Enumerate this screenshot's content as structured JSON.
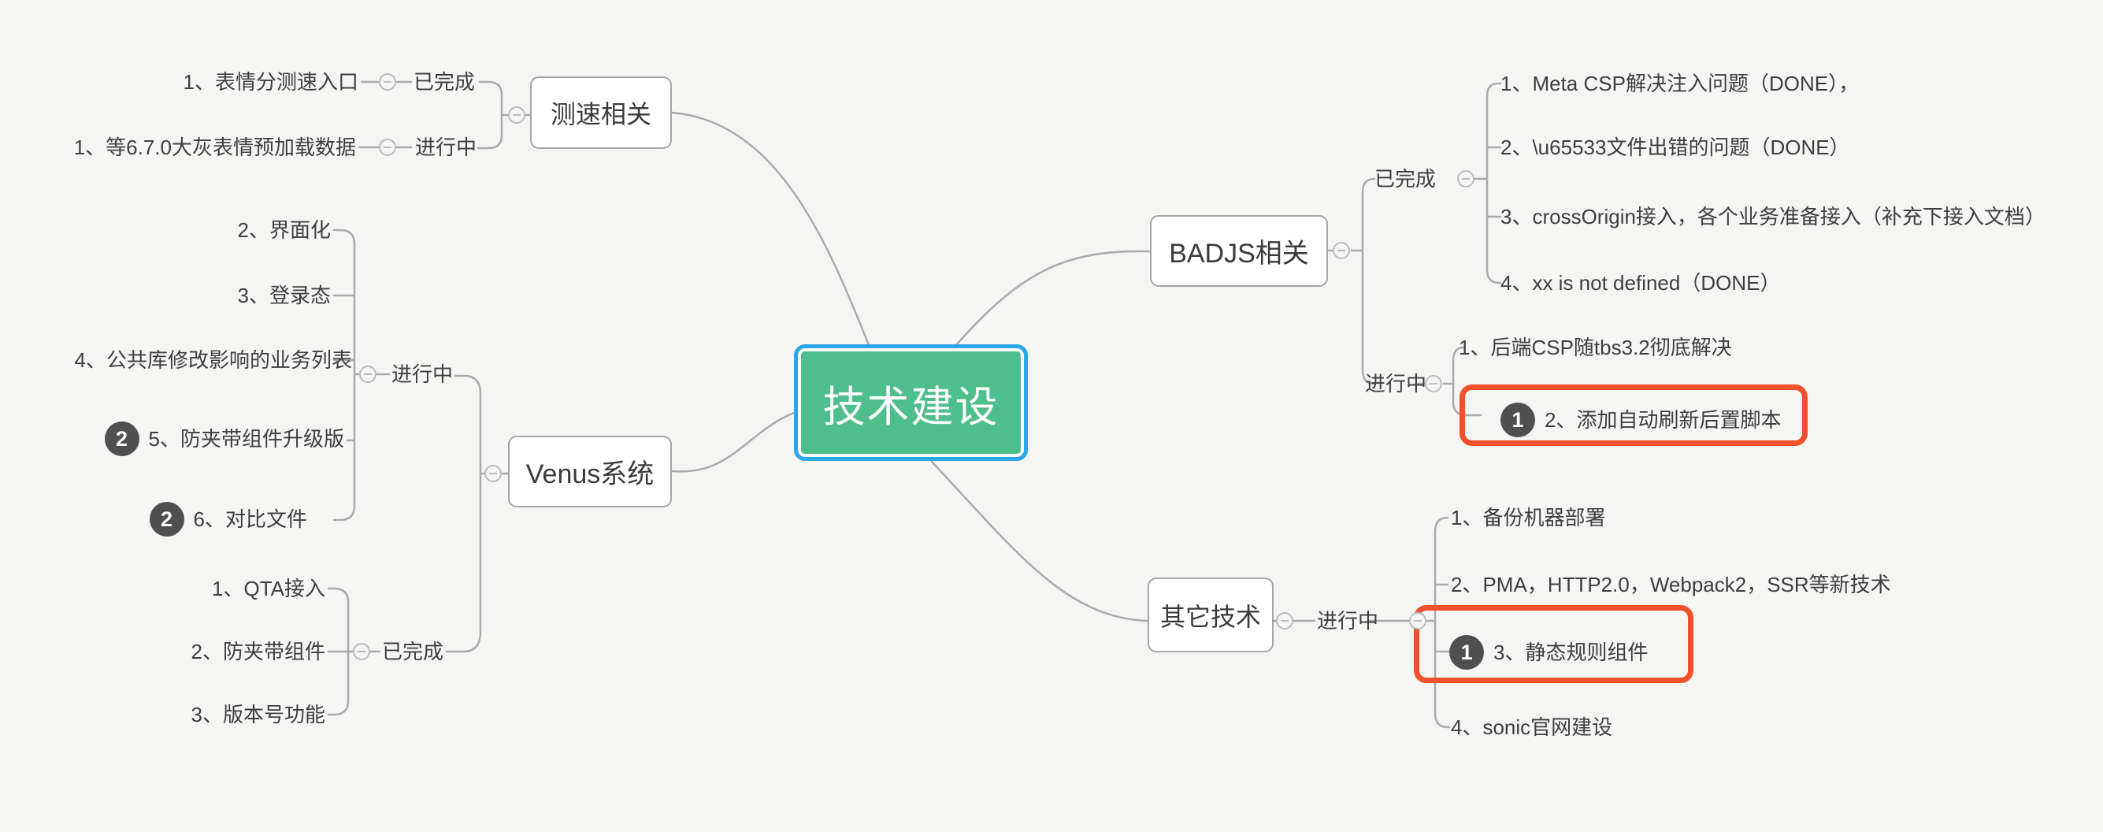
{
  "root": {
    "title": "技术建设"
  },
  "speed": {
    "title": "测速相关",
    "done_label": "已完成",
    "doing_label": "进行中",
    "done_items": [
      {
        "text": "1、表情分测速入口"
      }
    ],
    "doing_items": [
      {
        "text": "1、等6.7.0大灰表情预加载数据"
      }
    ]
  },
  "venus": {
    "title": "Venus系统",
    "doing_label": "进行中",
    "done_label": "已完成",
    "doing_items": [
      {
        "text": "2、界面化"
      },
      {
        "text": "3、登录态"
      },
      {
        "text": "4、公共库修改影响的业务列表"
      },
      {
        "text": "5、防夹带组件升级版",
        "badge": "2"
      },
      {
        "text": "6、对比文件",
        "badge": "2"
      }
    ],
    "done_items": [
      {
        "text": "1、QTA接入"
      },
      {
        "text": "2、防夹带组件"
      },
      {
        "text": "3、版本号功能"
      }
    ]
  },
  "badjs": {
    "title": "BADJS相关",
    "done_label": "已完成",
    "doing_label": "进行中",
    "done_items": [
      {
        "text": "1、Meta CSP解决注入问题（DONE），"
      },
      {
        "text": "2、\\u65533文件出错的问题（DONE）"
      },
      {
        "text": "3、crossOrigin接入，各个业务准备接入（补充下接入文档）"
      },
      {
        "text": "4、xx is not defined（DONE）"
      }
    ],
    "doing_items": [
      {
        "text": "1、后端CSP随tbs3.2彻底解决"
      },
      {
        "text": "2、添加自动刷新后置脚本",
        "badge": "1"
      }
    ]
  },
  "other": {
    "title": "其它技术",
    "doing_label": "进行中",
    "doing_items": [
      {
        "text": "1、备份机器部署"
      },
      {
        "text": "2、PMA，HTTP2.0，Webpack2，SSR等新技术"
      },
      {
        "text": "3、静态规则组件",
        "badge": "1"
      },
      {
        "text": "4、sonic官网建设"
      }
    ]
  },
  "colors": {
    "background": "#f5f5f4",
    "central_fill": "#4ebe8d",
    "central_border": "#2aa7e6",
    "highlight_red": "#f0502b",
    "badge_bg": "#4f4f4f",
    "line": "#aaaaaa"
  }
}
